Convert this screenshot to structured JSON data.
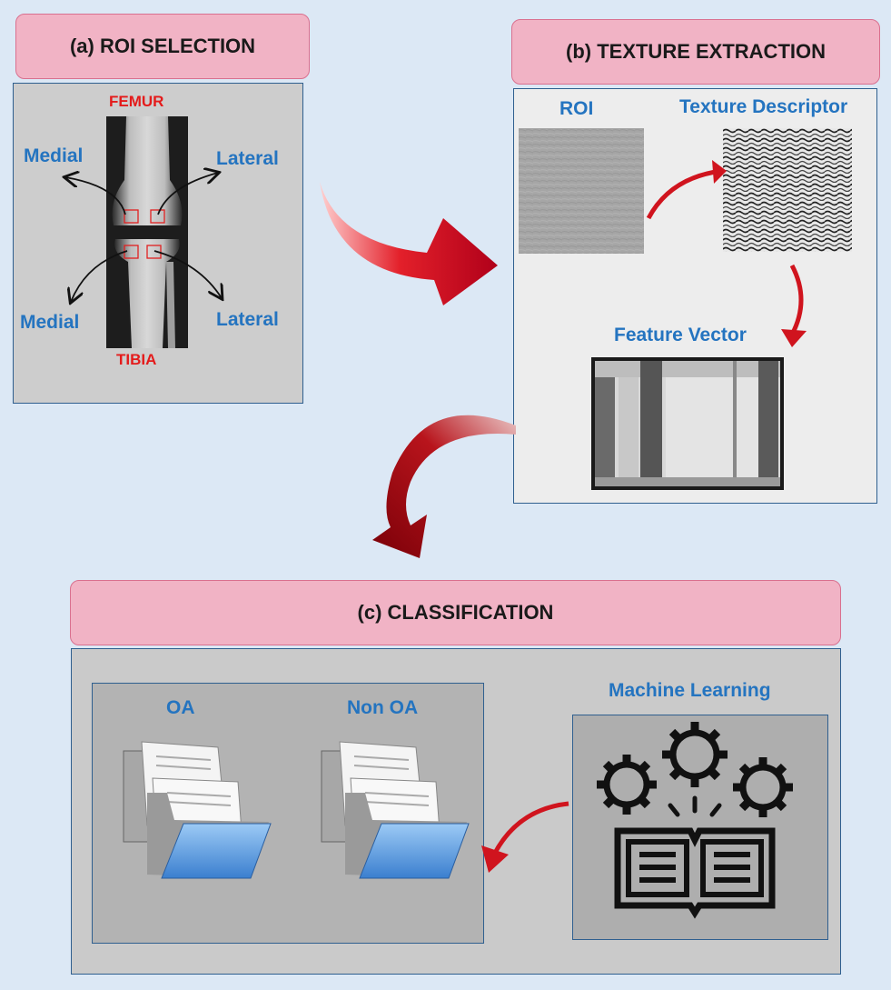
{
  "panel_a": {
    "title": "(a) ROI SELECTION",
    "femur_label": "FEMUR",
    "tibia_label": "TIBIA",
    "medial_top": "Medial",
    "lateral_top": "Lateral",
    "medial_bottom": "Medial",
    "lateral_bottom": "Lateral"
  },
  "panel_b": {
    "title": "(b) TEXTURE EXTRACTION",
    "roi_label": "ROI",
    "descriptor_label": "Texture Descriptor",
    "feature_label": "Feature Vector"
  },
  "panel_c": {
    "title": "(c)  CLASSIFICATION",
    "oa_label": "OA",
    "non_oa_label": "Non OA",
    "ml_label": "Machine Learning"
  },
  "colors": {
    "background": "#dce8f5",
    "title_fill": "#f1b3c5",
    "label_blue": "#2474c0",
    "label_red": "#e41b1b",
    "arrow_red": "#c8101e"
  }
}
